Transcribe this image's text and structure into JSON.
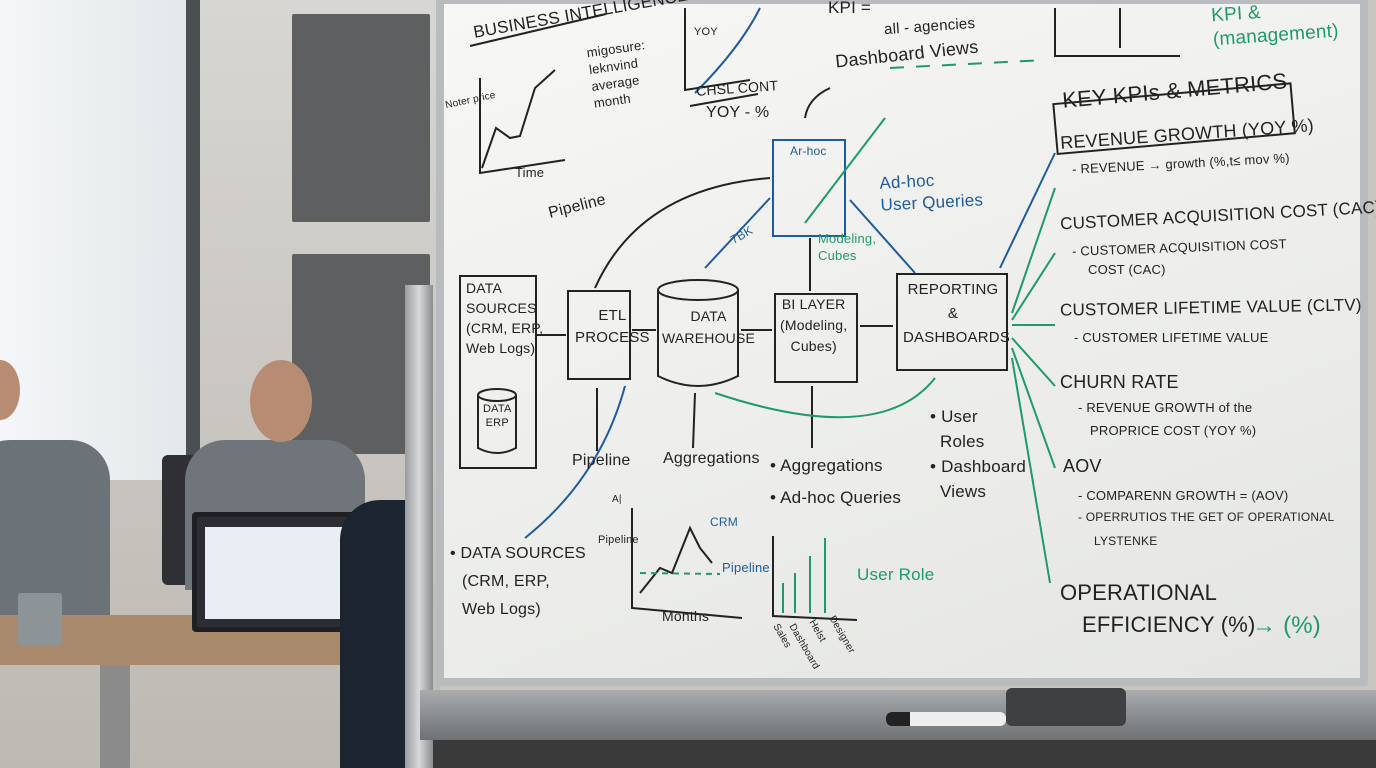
{
  "board": {
    "title": "BUSINESS INTELLIGENCE",
    "chart1": {
      "ylabel": "Noter price",
      "xlabel": "Time",
      "note": [
        "migosure:",
        "leknvind",
        "average",
        "month"
      ]
    },
    "chart2": {
      "ylabel": "YOY",
      "caption_top": "CHSL CONT",
      "caption_bottom": "YOY - %"
    },
    "kpi_formula": {
      "top": "KPI =",
      "bottom": "all - agencies"
    },
    "dashboard_views": "Dashboard Views",
    "adhoc_box": "Ar-hoc",
    "adhoc_queries": [
      "Ad-hoc",
      "User Queries"
    ],
    "modeling_cubes": [
      "Modeling,",
      "Cubes"
    ],
    "tbr": "7BK",
    "pipeline_top": "Pipeline",
    "pipeline_bottom": "Pipeline",
    "data_sources": [
      "DATA",
      "SOURCES",
      "(CRM, ERP,",
      "Web Logs)"
    ],
    "data_erp": [
      "DATA",
      "ERP"
    ],
    "etl": [
      "ETL",
      "PROCESS"
    ],
    "warehouse": [
      "DATA",
      "WAREHOUSE"
    ],
    "bi_layer": [
      "BI LAYER",
      "(Modeling,",
      "Cubes)"
    ],
    "reporting": [
      "REPORTING",
      "&",
      "DASHBOARDS"
    ],
    "aggregations": "Aggregations",
    "bullets_mid": [
      "• Aggregations",
      "• Ad-hoc Queries"
    ],
    "bullets_right": [
      "• User",
      "Roles",
      "• Dashboard",
      "Views"
    ],
    "data_sources_bottom": [
      "• DATA SOURCES",
      "(CRM, ERP,",
      "Web Logs)"
    ],
    "chart3": {
      "ylabel": "Pipeline",
      "series": "CRM",
      "line_label": "Pipeline",
      "xlabel": "Months",
      "corner": "A|"
    },
    "chart4": {
      "label": "User Role",
      "xticks": [
        "Sales",
        "Dashboard",
        "Helst",
        "Designer"
      ]
    },
    "kpi_management": [
      "KPI &",
      "(management)"
    ],
    "kpi_header": "KEY KPIs & METRICS",
    "kpis": [
      {
        "name": "REVENUE GROWTH (YOY %)",
        "details": [
          "- REVENUE → growth (%,t≤ mov %)"
        ]
      },
      {
        "name": "CUSTOMER ACQUISITION COST (CAC)",
        "details": [
          "- CUSTOMER ACQUISITION COST",
          "COST (CAC)"
        ]
      },
      {
        "name": "CUSTOMER LIFETIME VALUE (CLTV)",
        "details": [
          "- CUSTOMER LIFETIME VALUE"
        ]
      },
      {
        "name": "CHURN RATE",
        "details": [
          "- REVENUE GROWTH of the",
          "PROPRICE COST (YOY %)"
        ]
      },
      {
        "name": "AOV",
        "details": [
          "- COMPARENN GROWTH = (AOV)",
          "- OPERRUTIOS THE GET OF OPERATIONAL",
          "LYSTENKE"
        ]
      },
      {
        "name": "OPERATIONAL",
        "details": [
          "EFFICIENCY (%)"
        ]
      }
    ],
    "efficiency_result": "→ (%)"
  },
  "colors": {
    "ink": "#222222",
    "blue": "#1f5b9c",
    "green": "#1f9a6a",
    "board": "#f3f3f1"
  }
}
